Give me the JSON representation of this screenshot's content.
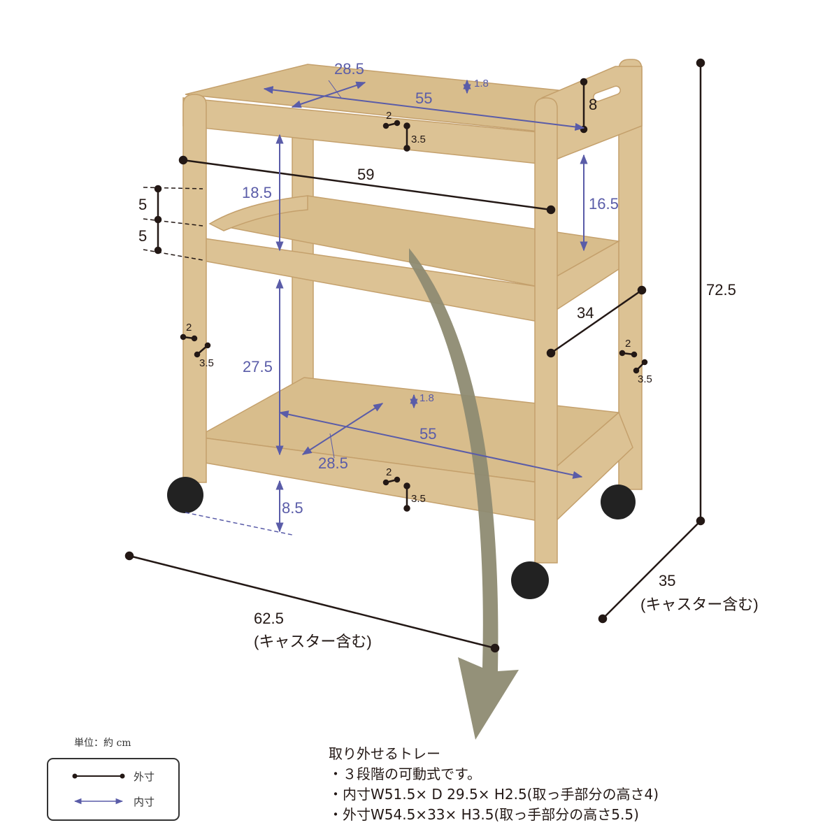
{
  "dimensions": {
    "top_inner_depth": "28.5",
    "top_inner_width": "55",
    "top_rim_height": "1.8",
    "handle_height": "8",
    "top_frame_w": "2",
    "top_frame_h": "3.5",
    "overall_inner_width": "59",
    "tray_gap_top_left": "18.5",
    "tray_gap_top_right": "16.5",
    "step_1": "5",
    "step_2": "5",
    "depth_inner": "34",
    "mid_gap": "27.5",
    "left_post_w": "2",
    "left_post_h": "3.5",
    "right_post_w": "2",
    "right_post_h": "3.5",
    "bottom_rim_height": "1.8",
    "bottom_inner_width": "55",
    "bottom_inner_depth": "28.5",
    "bottom_frame_w": "2",
    "bottom_frame_h": "3.5",
    "floor_clearance": "8.5",
    "total_height": "72.5",
    "total_depth": "35",
    "total_depth_note": "(キャスター含む)",
    "total_width": "62.5",
    "total_width_note": "(キャスター含む)"
  },
  "description": {
    "title": "取り外せるトレー",
    "lines": [
      "・３段階の可動式です。",
      "・内寸W51.5× D 29.5× H2.5(取っ手部分の高さ4)",
      "・外寸W54.5×33× H3.5(取っ手部分の高さ5.5)"
    ]
  },
  "legend": {
    "unit": "単位：約 cm",
    "outer": "外寸",
    "inner": "内寸"
  },
  "colors": {
    "wood": "#dcc294",
    "wood_dark": "#c4a06c",
    "inner_line": "#5a5ca8",
    "outer_line": "#231815",
    "arrow": "#8e8b72"
  }
}
